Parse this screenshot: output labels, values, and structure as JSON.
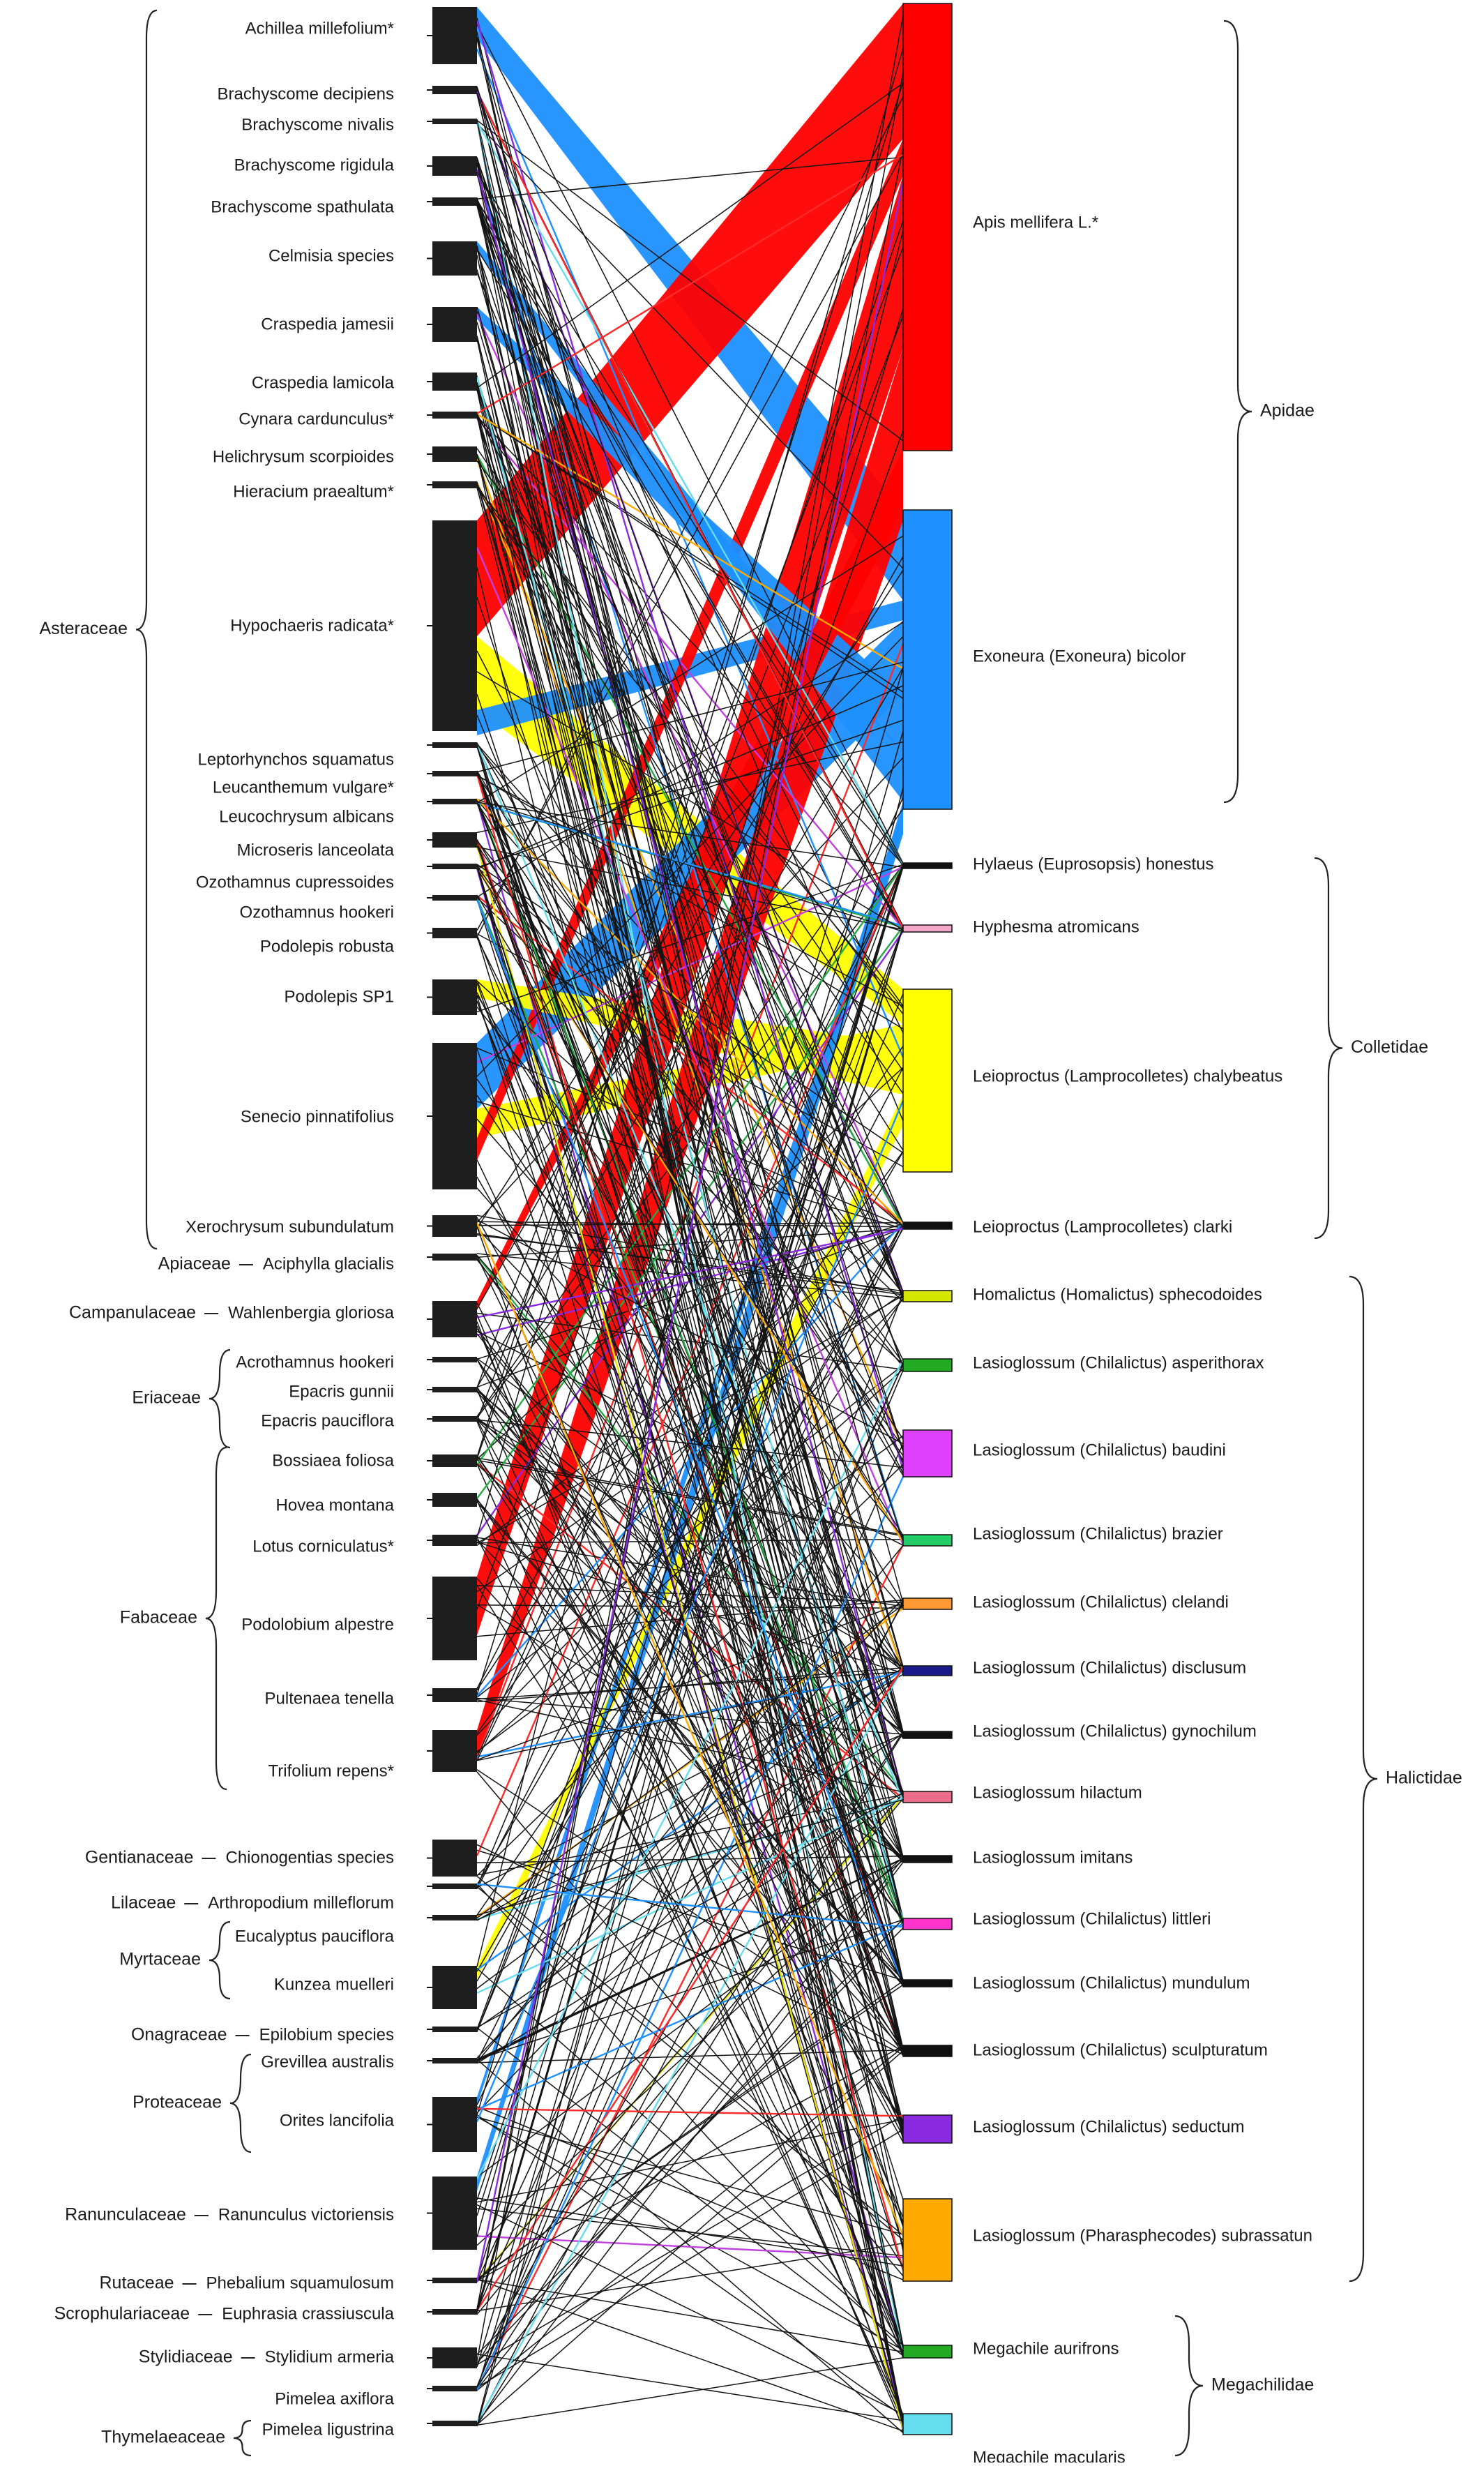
{
  "diagram": {
    "type": "bipartite plant-pollinator network",
    "colors": {
      "plant_block": "#1e1e1e",
      "edge": "#141414"
    },
    "plants": [
      {
        "name": "Achillea millefolium*",
        "family": "Asteraceae",
        "weight": 3.0
      },
      {
        "name": "Brachyscome decipiens",
        "family": "Asteraceae",
        "weight": 0.4
      },
      {
        "name": "Brachyscome nivalis",
        "family": "Asteraceae",
        "weight": 0.3
      },
      {
        "name": "Brachyscome rigidula",
        "family": "Asteraceae",
        "weight": 1.0
      },
      {
        "name": "Brachyscome spathulata",
        "family": "Asteraceae",
        "weight": 0.4
      },
      {
        "name": "Celmisia species",
        "family": "Asteraceae",
        "weight": 1.4
      },
      {
        "name": "Craspedia jamesii",
        "family": "Asteraceae",
        "weight": 1.8
      },
      {
        "name": "Craspedia lamicola",
        "family": "Asteraceae",
        "weight": 0.8
      },
      {
        "name": "Cynara cardunculus*",
        "family": "Asteraceae",
        "weight": 0.2
      },
      {
        "name": "Helichrysum scorpioides",
        "family": "Asteraceae",
        "weight": 0.6
      },
      {
        "name": "Hieracium praealtum*",
        "family": "Asteraceae",
        "weight": 0.3
      },
      {
        "name": "Hypochaeris radicata*",
        "family": "Asteraceae",
        "weight": 8.0
      },
      {
        "name": "Leptorhynchos squamatus",
        "family": "Asteraceae",
        "weight": 0.2
      },
      {
        "name": "Leucanthemum vulgare*",
        "family": "Asteraceae",
        "weight": 0.2
      },
      {
        "name": "Leucochrysum albicans",
        "family": "Asteraceae",
        "weight": 0.2
      },
      {
        "name": "Microseris lanceolata",
        "family": "Asteraceae",
        "weight": 0.4
      },
      {
        "name": "Ozothamnus cupressoides",
        "family": "Asteraceae",
        "weight": 0.2
      },
      {
        "name": "Ozothamnus hookeri",
        "family": "Asteraceae",
        "weight": 0.2
      },
      {
        "name": "Podolepis robusta",
        "family": "Asteraceae",
        "weight": 0.3
      },
      {
        "name": "Podolepis SP1",
        "family": "Asteraceae",
        "weight": 1.4
      },
      {
        "name": "Senecio pinnatifolius",
        "family": "Asteraceae",
        "weight": 5.8
      },
      {
        "name": "Xerochrysum subundulatum",
        "family": "Asteraceae",
        "weight": 0.6
      },
      {
        "name": "Aciphylla glacialis",
        "family": "Apiaceae",
        "weight": 0.3
      },
      {
        "name": "Wahlenbergia gloriosa",
        "family": "Campanulaceae",
        "weight": 1.4
      },
      {
        "name": "Acrothamnus hookeri",
        "family": "Ericaceae",
        "weight": 0.2
      },
      {
        "name": "Epacris gunnii",
        "family": "Ericaceae",
        "weight": 0.2
      },
      {
        "name": "Epacris pauciflora",
        "family": "Ericaceae",
        "weight": 0.2
      },
      {
        "name": "Bossiaea foliosa",
        "family": "Fabaceae",
        "weight": 0.5
      },
      {
        "name": "Hovea montana",
        "family": "Fabaceae",
        "weight": 0.6
      },
      {
        "name": "Lotus corniculatus*",
        "family": "Fabaceae",
        "weight": 0.4
      },
      {
        "name": "Podolobium alpestre",
        "family": "Fabaceae",
        "weight": 5.0
      },
      {
        "name": "Pultenaea tenella",
        "family": "Fabaceae",
        "weight": 0.4
      },
      {
        "name": "Trifolium repens*",
        "family": "Fabaceae",
        "weight": 3.0
      },
      {
        "name": "Chionogentias species",
        "family": "Gentianaceae",
        "weight": 1.4
      },
      {
        "name": "Arthropodium milleflorum",
        "family": "Liliaceae",
        "weight": 0.3
      },
      {
        "name": "Eucalyptus pauciflora",
        "family": "Myrtaceae",
        "weight": 0.3
      },
      {
        "name": "Kunzea muelleri",
        "family": "Myrtaceae",
        "weight": 1.6
      },
      {
        "name": "Epilobium species",
        "family": "Onagraceae",
        "weight": 0.2
      },
      {
        "name": "Grevillea australis",
        "family": "Proteaceae",
        "weight": 0.2
      },
      {
        "name": "Orites lancifolia",
        "family": "Proteaceae",
        "weight": 2.0
      },
      {
        "name": "Ranunculus victoriensis",
        "family": "Ranunculaceae",
        "weight": 3.0
      },
      {
        "name": "Phebalium squamulosum",
        "family": "Rutaceae",
        "weight": 0.2
      },
      {
        "name": "Euphrasia crassiuscula",
        "family": "Scrophulariaceae",
        "weight": 0.4
      },
      {
        "name": "Stylidium armeria",
        "family": "Stylidiaceae",
        "weight": 0.8
      },
      {
        "name": "Pimelea axiflora",
        "family": "Thymelaeaceae",
        "weight": 0.3
      },
      {
        "name": "Pimelea ligustrina",
        "family": "Thymelaeaceae",
        "weight": 0.2
      }
    ],
    "pollinators": [
      {
        "name": "Apis mellifera L.*",
        "family": "Apidae",
        "color": "#ff0000",
        "weight": 40
      },
      {
        "name": "Exoneura (Exoneura) bicolor",
        "family": "Apidae",
        "color": "#1e90ff",
        "weight": 26
      },
      {
        "name": "Hylaeus (Euprosopsis) honestus",
        "family": "Colletidae",
        "color": "#111111",
        "weight": 0.4
      },
      {
        "name": "Hyphesma atromicans",
        "family": "Colletidae",
        "color": "#f4a6c8",
        "weight": 0.6
      },
      {
        "name": "Leioproctus (Lamprocolletes) chalybeatus",
        "family": "Colletidae",
        "color": "#ffff00",
        "weight": 16
      },
      {
        "name": "Leioproctus (Lamprocolletes) clarki",
        "family": "Colletidae",
        "color": "#111111",
        "weight": 0.4
      },
      {
        "name": "Homalictus (Homalictus) sphecodoides",
        "family": "Halictidae",
        "color": "#d4e600",
        "weight": 0.8
      },
      {
        "name": "Lasioglossum (Chilalictus) asperithorax",
        "family": "Halictidae",
        "color": "#22aa22",
        "weight": 1.0
      },
      {
        "name": "Lasioglossum (Chilalictus) baudini",
        "family": "Halictidae",
        "color": "#e040ff",
        "weight": 4.0
      },
      {
        "name": "Lasioglossum (Chilalictus) brazier",
        "family": "Halictidae",
        "color": "#22cc66",
        "weight": 0.8
      },
      {
        "name": "Lasioglossum (Chilalictus) clelandi",
        "family": "Halictidae",
        "color": "#ff9933",
        "weight": 0.8
      },
      {
        "name": "Lasioglossum (Chilalictus) disclusum",
        "family": "Halictidae",
        "color": "#1a1a8c",
        "weight": 0.6
      },
      {
        "name": "Lasioglossum (Chilalictus) gynochilum",
        "family": "Halictidae",
        "color": "#111111",
        "weight": 0.3
      },
      {
        "name": "Lasioglossum hilactum",
        "family": "Halictidae",
        "color": "#ee6a8a",
        "weight": 0.8
      },
      {
        "name": "Lasioglossum imitans",
        "family": "Halictidae",
        "color": "#111111",
        "weight": 0.3
      },
      {
        "name": "Lasioglossum (Chilalictus) littleri",
        "family": "Halictidae",
        "color": "#ff33cc",
        "weight": 0.8
      },
      {
        "name": "Lasioglossum (Chilalictus) mundulum",
        "family": "Halictidae",
        "color": "#111111",
        "weight": 0.3
      },
      {
        "name": "Lasioglossum (Chilalictus) sculpturatum",
        "family": "Halictidae",
        "color": "#111111",
        "weight": 0.8
      },
      {
        "name": "Lasioglossum (Chilalictus) seductum",
        "family": "Halictidae",
        "color": "#8a2be2",
        "weight": 2.2
      },
      {
        "name": "Lasioglossum (Pharasphecodes) subrassatun",
        "family": "Halictidae",
        "color": "#ffaa00",
        "weight": 6.2
      },
      {
        "name": "Megachile aurifrons",
        "family": "Megachilidae",
        "color": "#22aa22",
        "weight": 1.2
      },
      {
        "name": "Megachile macularis",
        "family": "Megachilidae",
        "color": "#66ddee",
        "weight": 1.2
      }
    ],
    "plant_families": [
      {
        "name": "Asteraceae",
        "bracket": true
      },
      {
        "name": "Apiaceae",
        "dash": true
      },
      {
        "name": "Campanulaceae",
        "dash": true
      },
      {
        "name": "Ericaceae",
        "bracket": true
      },
      {
        "name": "Fabaceae",
        "bracket": true
      },
      {
        "name": "Gentianaceae",
        "dash": true
      },
      {
        "name": "Liliaceae",
        "dash": true
      },
      {
        "name": "Myrtaceae",
        "bracket": true
      },
      {
        "name": "Onagraceae",
        "dash": true
      },
      {
        "name": "Proteaceae",
        "bracket": true
      },
      {
        "name": "Ranunculaceae",
        "dash": true
      },
      {
        "name": "Rutaceae",
        "dash": true
      },
      {
        "name": "Scrophulariaceae",
        "dash": true
      },
      {
        "name": "Stylidiaceae",
        "dash": true
      },
      {
        "name": "Thymelaeaceae",
        "bracket": true
      }
    ],
    "pollinator_families": [
      {
        "name": "Apidae"
      },
      {
        "name": "Colletidae"
      },
      {
        "name": "Halictidae"
      },
      {
        "name": "Megachilidae"
      }
    ],
    "family_labels_as_printed": {
      "Asteraceae": "Asteraceae",
      "Apiaceae": "Apiaceae",
      "Campanulaceae": "Campanulaceae",
      "Ericaceae": "Eriaceae",
      "Fabaceae": "Fabaceae",
      "Gentianaceae": "Gentianaceae",
      "Liliaceae": "Lilaceae",
      "Myrtaceae": "Myrtaceae",
      "Onagraceae": "Onagraceae",
      "Proteaceae": "Proteaceae",
      "Ranunculaceae": "Ranunculaceae",
      "Rutaceae": "Rutaceae",
      "Scrophulariaceae": "Scrophulariaceae",
      "Stylidiaceae": "Stylidiaceae",
      "Thymelaeaceae": "Thymelaeaceae"
    },
    "thick_links": [
      {
        "plant": "Achillea millefolium*",
        "pollinator": "Exoneura (Exoneura) bicolor",
        "strength": 0.55
      },
      {
        "plant": "Hypochaeris radicata*",
        "pollinator": "Apis mellifera L.*",
        "strength": 0.55
      },
      {
        "plant": "Hypochaeris radicata*",
        "pollinator": "Leioproctus (Lamprocolletes) chalybeatus",
        "strength": 0.35
      },
      {
        "plant": "Hypochaeris radicata*",
        "pollinator": "Exoneura (Exoneura) bicolor",
        "strength": 0.12
      },
      {
        "plant": "Senecio pinnatifolius",
        "pollinator": "Exoneura (Exoneura) bicolor",
        "strength": 0.45
      },
      {
        "plant": "Senecio pinnatifolius",
        "pollinator": "Leioproctus (Lamprocolletes) chalybeatus",
        "strength": 0.2
      },
      {
        "plant": "Senecio pinnatifolius",
        "pollinator": "Apis mellifera L.*",
        "strength": 0.15
      },
      {
        "plant": "Podolepis SP1",
        "pollinator": "Leioproctus (Lamprocolletes) chalybeatus",
        "strength": 0.5
      },
      {
        "plant": "Podolobium alpestre",
        "pollinator": "Apis mellifera L.*",
        "strength": 0.7
      },
      {
        "plant": "Trifolium repens*",
        "pollinator": "Apis mellifera L.*",
        "strength": 0.7
      },
      {
        "plant": "Craspedia jamesii",
        "pollinator": "Exoneura (Exoneura) bicolor",
        "strength": 0.35
      },
      {
        "plant": "Celmisia species",
        "pollinator": "Exoneura (Exoneura) bicolor",
        "strength": 0.3
      },
      {
        "plant": "Kunzea muelleri",
        "pollinator": "Leioproctus (Lamprocolletes) chalybeatus",
        "strength": 0.3
      },
      {
        "plant": "Wahlenbergia gloriosa",
        "pollinator": "Apis mellifera L.*",
        "strength": 0.25
      },
      {
        "plant": "Ranunculus victoriensis",
        "pollinator": "Exoneura (Exoneura) bicolor",
        "strength": 0.2
      },
      {
        "plant": "Orites lancifolia",
        "pollinator": "Exoneura (Exoneura) bicolor",
        "strength": 0.15
      }
    ]
  }
}
